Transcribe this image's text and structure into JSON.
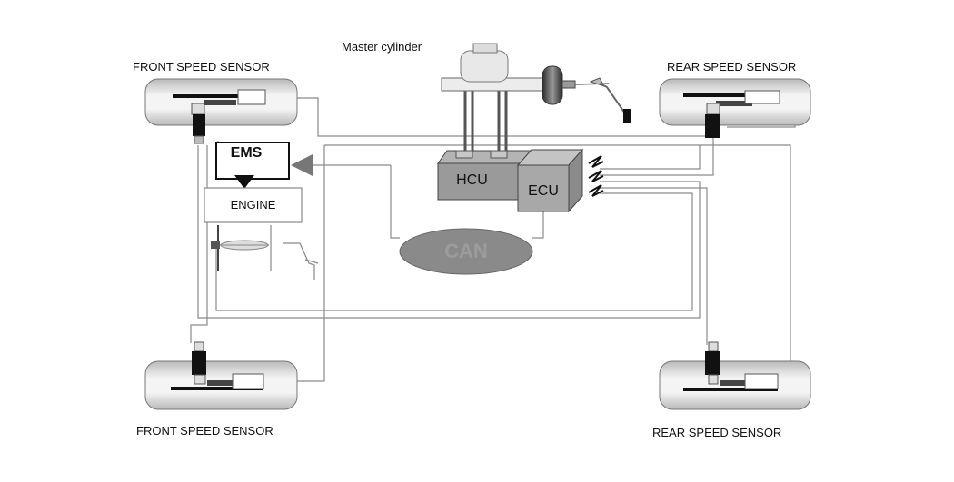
{
  "labels": {
    "master_cylinder": "Master cylinder",
    "front_left_top": "FRONT SPEED SENSOR",
    "rear_right_top": "REAR SPEED SENSOR",
    "front_left_bottom": "FRONT SPEED SENSOR",
    "rear_right_bottom": "REAR SPEED SENSOR",
    "ems": "EMS",
    "engine": "ENGINE",
    "hcu": "HCU",
    "ecu": "ECU",
    "can": "CAN"
  }
}
